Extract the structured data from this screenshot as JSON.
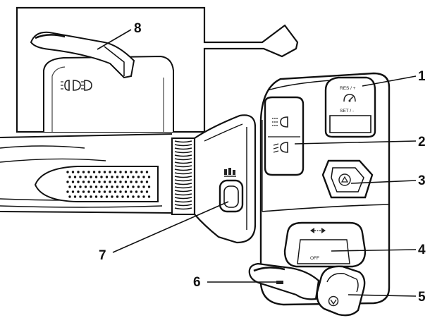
{
  "diagram": {
    "callouts": [
      {
        "id": "1",
        "label": "1"
      },
      {
        "id": "2",
        "label": "2"
      },
      {
        "id": "3",
        "label": "3"
      },
      {
        "id": "4",
        "label": "4"
      },
      {
        "id": "5",
        "label": "5"
      },
      {
        "id": "6",
        "label": "6"
      },
      {
        "id": "7",
        "label": "7"
      },
      {
        "id": "8",
        "label": "8"
      }
    ],
    "switch_text": {
      "cruise_top": "RES / +",
      "cruise_bottom": "SET / -",
      "turn_off": "OFF"
    },
    "icons": {
      "cruise": "cruise-control-icon",
      "high_beam": "high-beam-icon",
      "low_beam": "low-beam-icon",
      "horn": "horn-icon",
      "turn_signal": "turn-signal-arrows-icon",
      "hazard": "hazard-icon",
      "passing": "passing-light-icon",
      "mode": "mode-select-icon"
    }
  }
}
